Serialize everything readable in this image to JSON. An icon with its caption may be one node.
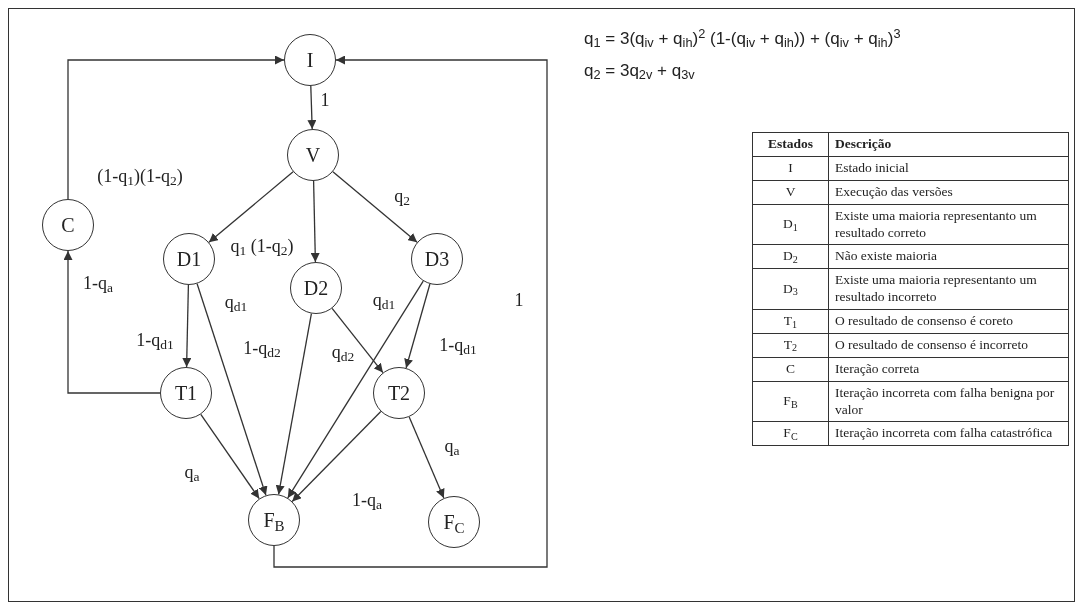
{
  "diagram": {
    "nodes": [
      {
        "text": [
          "I"
        ]
      },
      {
        "text": [
          "V"
        ]
      },
      {
        "text": [
          "C"
        ]
      },
      {
        "text": [
          "D1"
        ]
      },
      {
        "text": [
          "D2"
        ]
      },
      {
        "text": [
          "D3"
        ]
      },
      {
        "text": [
          "T1"
        ]
      },
      {
        "text": [
          "T2"
        ]
      },
      {
        "text": [
          "F$_{B}$"
        ]
      },
      {
        "text": [
          "F$_{C}$"
        ]
      }
    ],
    "edges": [
      {
        "from": 0,
        "to": 1,
        "arrow": "to",
        "label": "1"
      },
      {
        "from": 1,
        "to": 3,
        "arrow": "to",
        "label": "(1-q$_{1}$)(1-q$_{2}$)"
      },
      {
        "from": 1,
        "to": 4,
        "arrow": "to",
        "label": "q$_{1}$ (1-q$_{2}$)"
      },
      {
        "from": 1,
        "to": 5,
        "arrow": "to",
        "label": "q$_{2}$"
      },
      {
        "from": 3,
        "to": 6,
        "arrow": "to",
        "label": "1-q$_{d1}$"
      },
      {
        "from": 3,
        "to": 8,
        "arrow": "to",
        "label": "q$_{d1}$"
      },
      {
        "from": 4,
        "to": 8,
        "arrow": "to",
        "label": "1-q$_{d2}$"
      },
      {
        "from": 4,
        "to": 7,
        "arrow": "to",
        "label": "q$_{d2}$"
      },
      {
        "from": 5,
        "to": 8,
        "arrow": "to",
        "label": "q$_{d1}$"
      },
      {
        "from": 5,
        "to": 7,
        "arrow": "to",
        "label": "1-q$_{d1}$"
      },
      {
        "from": 6,
        "to": 8,
        "arrow": "to",
        "label": "q$_{a}$"
      },
      {
        "from": 6,
        "to": 2,
        "arrow": "to",
        "label": "1-q$_{a}$"
      },
      {
        "from": 7,
        "to": 8,
        "arrow": "to",
        "label": "1-q$_{a}$"
      },
      {
        "from": 7,
        "to": 9,
        "arrow": "to",
        "label": "q$_{a}$"
      },
      {
        "from": 2,
        "to": 0,
        "arrow": "to"
      },
      {
        "from": 8,
        "to": 0,
        "arrow": "to",
        "label": "1"
      }
    ],
    "labels": [
      "q$_{1}$ = 3(q$_{iv}$ + q$_{ih}$)$^{2}$  (1-(q$_{iv}$ + q$_{ih}$)) +  (q$_{iv}$ + q$_{ih}$)$^{3}$",
      "q$_{2}$ = 3q$_{2v}$  + q$_{3v}$",
      "Estados",
      "Descrição",
      "I",
      "Estado inicial",
      "V",
      "Execução das versões",
      "D$_{1}$",
      "Existe uma maioria representanto um resultado correto",
      "D$_{2}$",
      "Não existe maioria",
      "D$_{3}$",
      "Existe uma maioria representanto um resultado incorreto",
      "T$_{1}$",
      "O resultado de consenso é coreto",
      "T$_{2}$",
      "O resultado de consenso é incorreto",
      "C",
      "Iteração correta",
      "F$_{B}$",
      "Iteração incorreta com falha benigna por valor",
      "F$_{C}$",
      "Iteração incorreta com falha catastrófica"
    ]
  }
}
